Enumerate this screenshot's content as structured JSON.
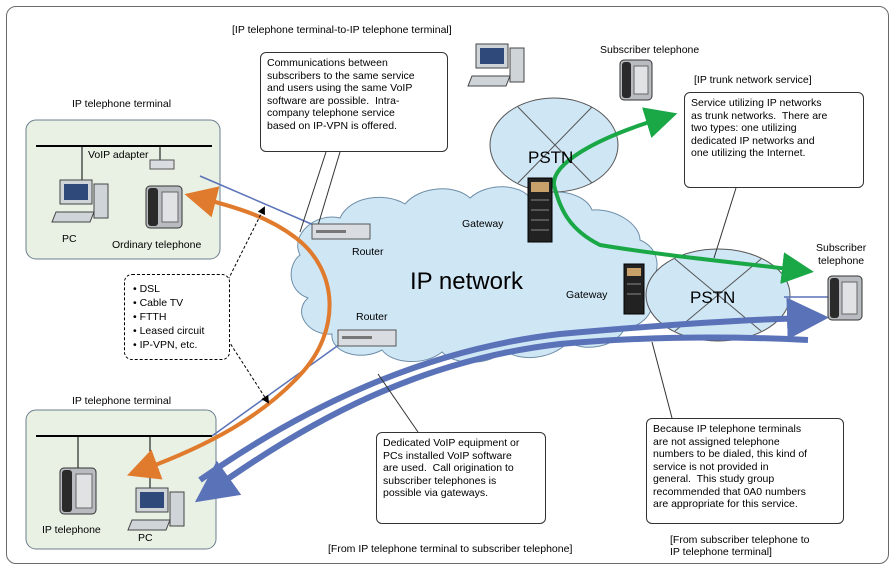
{
  "headings": {
    "ip_to_ip": "[IP telephone terminal-to-IP telephone terminal]",
    "ip_trunk": "[IP trunk network service]",
    "ip_to_subscriber": "[From IP telephone terminal to subscriber telephone]",
    "subscriber_to_ip_line1": "[From subscriber telephone to",
    "subscriber_to_ip_line2": "IP telephone terminal]"
  },
  "terminals": {
    "top_title": "IP telephone terminal",
    "bottom_title": "IP telephone terminal",
    "voip_adapter": "VoIP adapter",
    "pc_top": "PC",
    "ordinary_telephone": "Ordinary telephone",
    "ip_telephone": "IP telephone",
    "pc_bottom": "PC"
  },
  "network": {
    "ip_network": "IP network",
    "pstn_top": "PSTN",
    "pstn_right": "PSTN",
    "router_top": "Router",
    "router_bottom": "Router",
    "gateway_top": "Gateway",
    "gateway_right": "Gateway",
    "subscriber_telephone_top": "Subscriber telephone",
    "subscriber_telephone_right_line1": "Subscriber",
    "subscriber_telephone_right_line2": "telephone"
  },
  "access_lines": [
    "• DSL",
    "• Cable TV",
    "• FTTH",
    "• Leased circuit",
    "• IP-VPN, etc."
  ],
  "callouts": {
    "communications": "Communications between\nsubscribers to the same service\nand users using the same VoIP\nsoftware are possible.  Intra-\ncompany telephone service\nbased on IP-VPN is offered.",
    "trunk": "Service utilizing IP networks\nas trunk networks.  There are\ntwo types: one utilizing\ndedicated IP networks and\none utilizing the Internet.",
    "dedicated": "Dedicated VoIP equipment or\nPCs installed VoIP software\nare used.  Call origination to\nsubscriber telephones is\npossible via gateways.",
    "not_assigned": "Because IP telephone terminals\nare not assigned telephone\nnumbers to be dialed, this kind of\nservice is not provided in\ngeneral.  This study group\nrecommended that 0A0 numbers\nare appropriate for this service."
  },
  "colors": {
    "cloud_fill": "#cfe6f5",
    "terminal_box_fill": "#e9f1e4",
    "orange_arrow": "#e07b2e",
    "green_arrow": "#1aa847",
    "blue_arrow": "#5a72b8"
  }
}
